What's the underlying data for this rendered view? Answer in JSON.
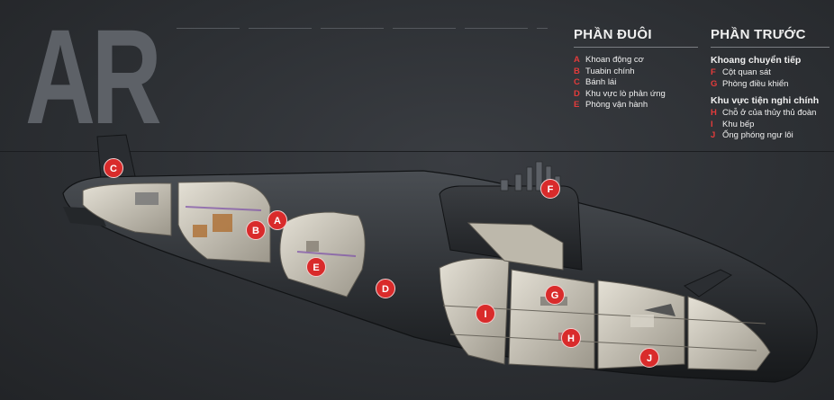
{
  "title": "AR",
  "legend": {
    "aft": {
      "heading": "PHẦN ĐUÔI",
      "items": [
        {
          "key": "A",
          "label": "Khoan động cơ"
        },
        {
          "key": "B",
          "label": "Tuabin chính"
        },
        {
          "key": "C",
          "label": "Bánh lái"
        },
        {
          "key": "D",
          "label": "Khu vực lò phản ứng"
        },
        {
          "key": "E",
          "label": "Phòng vận hành"
        }
      ]
    },
    "fwd": {
      "heading": "PHẦN TRƯỚC",
      "groups": [
        {
          "title": "Khoang chuyển tiếp",
          "items": [
            {
              "key": "F",
              "label": "Cột quan sát"
            },
            {
              "key": "G",
              "label": "Phòng điều khiển"
            }
          ]
        },
        {
          "title": "Khu vực tiện nghi chính",
          "items": [
            {
              "key": "H",
              "label": "Chỗ ở của thủy thủ đoàn"
            },
            {
              "key": "I",
              "label": "Khu bếp"
            },
            {
              "key": "J",
              "label": "Ống phóng ngư lôi"
            }
          ]
        }
      ]
    }
  },
  "markers": [
    "C",
    "A",
    "B",
    "E",
    "D",
    "F",
    "G",
    "I",
    "H",
    "J"
  ],
  "colors": {
    "marker": "#d92b2b",
    "hull": "#35383c",
    "hull_dark": "#1e2023",
    "interior": "#c9c4b6",
    "background": "#2c2f33"
  }
}
